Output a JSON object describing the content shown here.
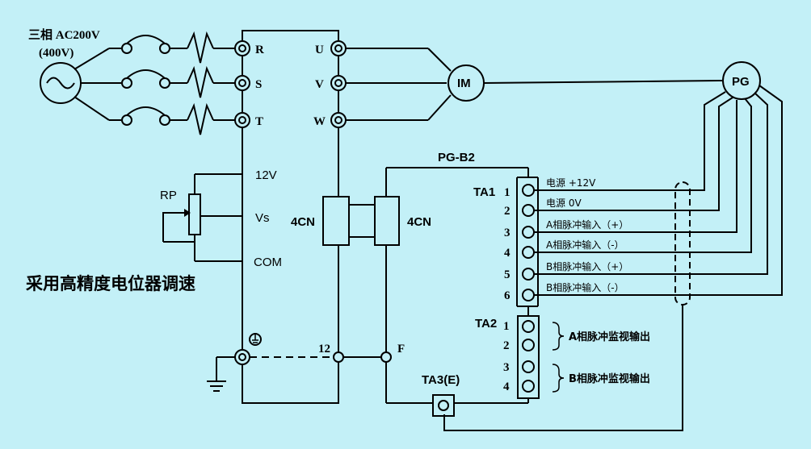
{
  "supply": {
    "line1": "三相 AC200V",
    "line2": "(400V)"
  },
  "input_terminals": [
    "R",
    "S",
    "T"
  ],
  "output_terminals": [
    "U",
    "V",
    "W"
  ],
  "motor": "IM",
  "encoder": "PG",
  "pot": {
    "label": "RP",
    "terminals": [
      "12V",
      "Vs",
      "COM"
    ]
  },
  "caption": "采用高精度电位器调速",
  "card": {
    "name": "PG-B2",
    "connector": "4CN",
    "ta1": "TA1",
    "ta2": "TA2",
    "ta3": "TA3(E)",
    "ground_term": "F",
    "inv_term": "12"
  },
  "ta1_rows": [
    {
      "num": "1",
      "label": "电源 +12V"
    },
    {
      "num": "2",
      "label": "电源 0V"
    },
    {
      "num": "3",
      "label": "A相脉冲输入（+）"
    },
    {
      "num": "4",
      "label": "A相脉冲输入（-）"
    },
    {
      "num": "5",
      "label": "B相脉冲输入（+）"
    },
    {
      "num": "6",
      "label": "B相脉冲输入（-）"
    }
  ],
  "ta2_rows": [
    "1",
    "2",
    "3",
    "4"
  ],
  "ta2_groups": [
    "A相脉冲监视输出",
    "B相脉冲监视输出"
  ]
}
